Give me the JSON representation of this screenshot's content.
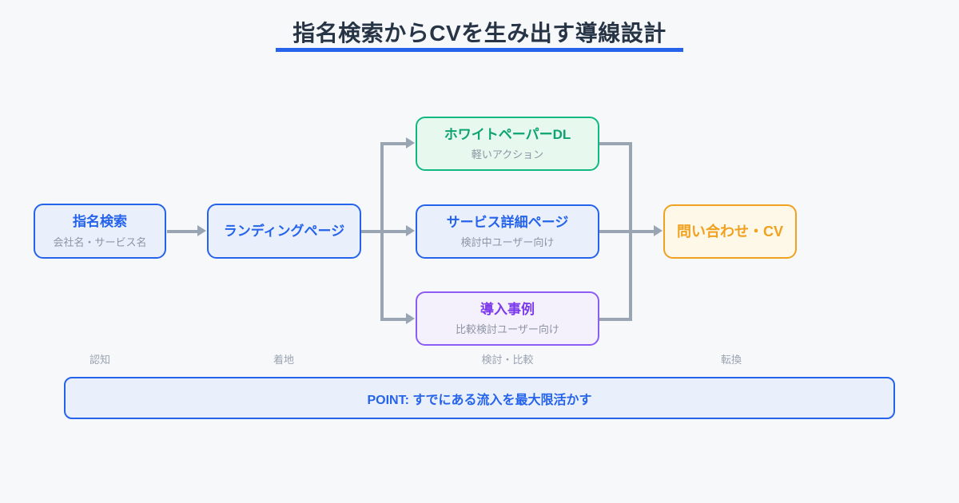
{
  "title": "指名検索からCVを生み出す導線設計",
  "colors": {
    "bg": "#f7f8fa",
    "title-text": "#263446",
    "blue": "#2563eb",
    "blue-bg": "#e9f0fb",
    "green": "#10b981",
    "green-text": "#0ea371",
    "green-bg": "#e7f8ef",
    "purple": "#8b5cf6",
    "purple-text": "#7c3aed",
    "purple-bg": "#f4f0fc",
    "orange": "#f0a11f",
    "orange-bg": "#fdf8e7",
    "arrow": "#9aa5b4",
    "muted": "#8d95a4",
    "stage": "#9aa3b2"
  },
  "nodes": {
    "shimei": {
      "title": "指名検索",
      "subtitle": "会社名・サービス名"
    },
    "lp": {
      "title": "ランディングページ"
    },
    "whitepaper": {
      "title": "ホワイトペーパーDL",
      "subtitle": "軽いアクション"
    },
    "service": {
      "title": "サービス詳細ページ",
      "subtitle": "検討中ユーザー向け"
    },
    "case": {
      "title": "導入事例",
      "subtitle": "比較検討ユーザー向け"
    },
    "cv": {
      "title": "問い合わせ・CV"
    }
  },
  "stages": {
    "awareness": "認知",
    "landing": "着地",
    "consideration": "検討・比較",
    "conversion": "転換"
  },
  "point": {
    "text": "POINT: すでにある流入を最大限活かす"
  }
}
